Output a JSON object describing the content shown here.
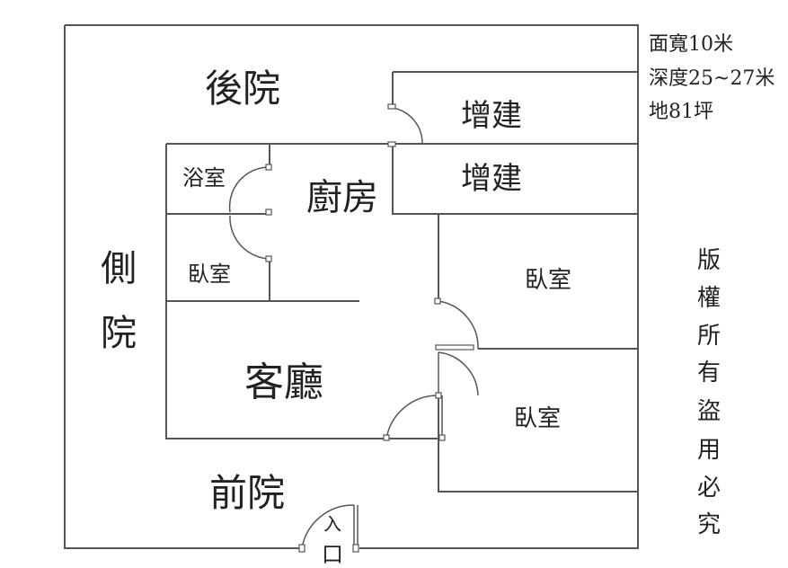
{
  "rooms": {
    "back_yard": "後院",
    "kitchen": "廚房",
    "bath": "浴室",
    "bedroom_small": "臥室",
    "addition_1": "增建",
    "addition_2": "增建",
    "bedroom_right_1": "臥室",
    "bedroom_right_2": "臥室",
    "living": "客廳",
    "front_yard": "前院"
  },
  "side_yard": [
    "側",
    "院"
  ],
  "entrance": [
    "入",
    "口"
  ],
  "specs": [
    "面寬10米",
    "深度25~27米",
    "地81坪"
  ],
  "copyright": [
    "版",
    "權",
    "所",
    "有",
    "盜",
    "用",
    "必",
    "究"
  ]
}
